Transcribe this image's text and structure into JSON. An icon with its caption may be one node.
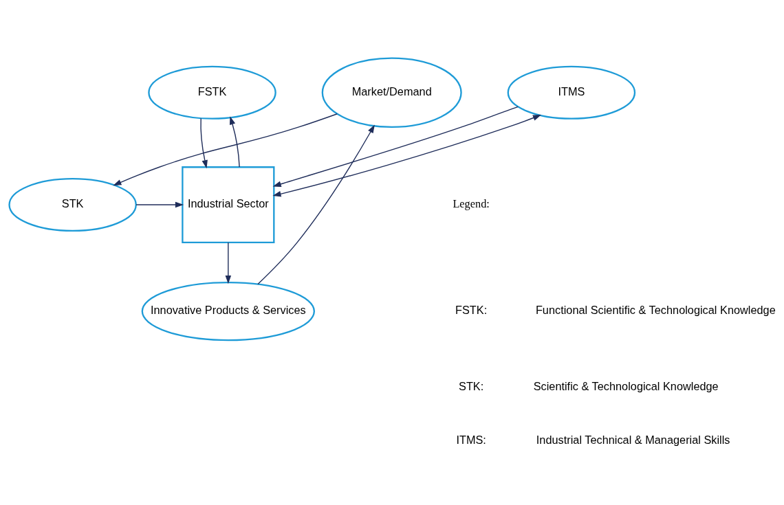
{
  "diagram": {
    "nodes": [
      {
        "text": [
          "FSTK"
        ]
      },
      {
        "text": [
          "ITMS"
        ]
      },
      {
        "text": [
          "STK"
        ]
      },
      {
        "text": [
          "Industrial Sector"
        ]
      },
      {
        "text": [
          "Market/Demand"
        ]
      },
      {
        "text": [
          "Innovative Products & Services"
        ]
      }
    ],
    "edges": [
      {
        "from": 0,
        "to": 3,
        "arrow": "to"
      },
      {
        "from": 1,
        "to": 3,
        "arrow": "to"
      },
      {
        "from": 3,
        "to": 0,
        "arrow": "to"
      },
      {
        "from": 3,
        "to": 1,
        "arrow": "both"
      },
      {
        "from": 2,
        "to": 3,
        "arrow": "to"
      },
      {
        "from": 3,
        "to": 5,
        "arrow": "to"
      },
      {
        "from": 5,
        "to": 4,
        "arrow": "to"
      },
      {
        "from": 4,
        "to": 2,
        "arrow": "to"
      }
    ],
    "labels": [
      "Legend:",
      "FSTK:",
      "Functional Scientific & Technological Knowledge",
      "STK:",
      "Scientific & Technological Knowledge",
      "ITMS:",
      "Industrial Technical & Managerial Skills"
    ]
  }
}
